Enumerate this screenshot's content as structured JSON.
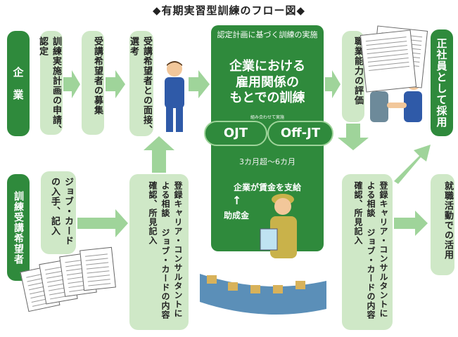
{
  "title": "◆有期実習型訓練のフロー図◆",
  "left_labels": {
    "company": "企　業",
    "trainee": "訓練受講希望者"
  },
  "steps": {
    "apply": "訓練実施計画の申請、認定",
    "recruit": "受講希望者の募集",
    "interview": "受講希望者との面接、選考",
    "evaluate": "職業能力の評価",
    "hire": "正社員として採用",
    "jobcard": "ジョブ・カードの入手、記入",
    "consult1": "登録キャリア・コンサルタントによる相談 ジョブ・カードの内容確認、所見記入",
    "consult2": "登録キャリア・コンサルタントによる相談 ジョブ・カードの内容確認、所見記入",
    "job_search": "就職活動での活用"
  },
  "center": {
    "subtitle": "認定計画に基づく訓練の実施",
    "heading_line1": "企業における",
    "heading_line2": "雇用関係の",
    "heading_line3": "もとでの訓練",
    "ojt": "OJT",
    "offjt": "Off-JT",
    "small_caption": "組み合わせて実施",
    "duration": "3カ月超〜6カ月",
    "wage": "企業が賃金を支給",
    "up_arrow": "↑",
    "subsidy": "助成金"
  },
  "colors": {
    "dark_green": "#2f8a3c",
    "light_green": "#cfe8c7",
    "arrow_green": "#9fd49a"
  }
}
